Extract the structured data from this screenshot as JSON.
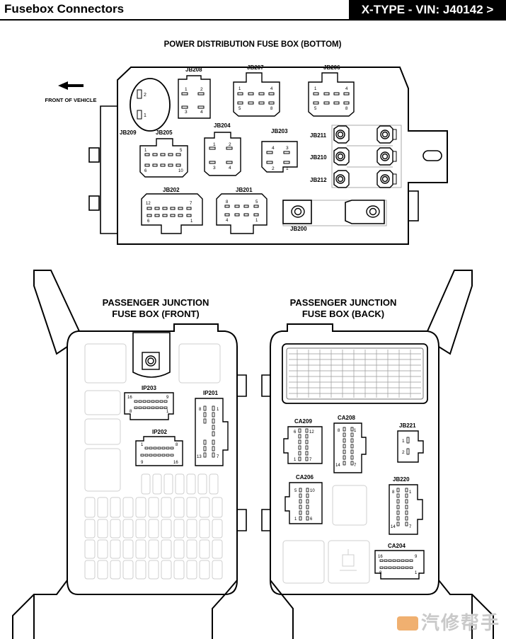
{
  "header": {
    "title": "Fusebox Connectors",
    "vin": "X-TYPE - VIN: J40142 >"
  },
  "pdfb": {
    "title": "POWER DISTRIBUTION FUSE BOX (BOTTOM)",
    "front_label": "FRONT OF VEHICLE",
    "jb209": {
      "label": "JB209",
      "p1": "1",
      "p2": "2"
    },
    "jb208": {
      "label": "JB208",
      "p1": "1",
      "p2": "2",
      "p3": "3",
      "p4": "4"
    },
    "jb207": {
      "label": "JB207",
      "p1": "1",
      "p4": "4",
      "p5": "5",
      "p8": "8"
    },
    "jb206": {
      "label": "JB206",
      "p1": "1",
      "p4": "4",
      "p5": "5",
      "p8": "8"
    },
    "jb205": {
      "label": "JB205",
      "p1": "1",
      "p5": "5",
      "p6": "6",
      "p10": "10"
    },
    "jb204": {
      "label": "JB204",
      "p1": "1",
      "p2": "2",
      "p3": "3",
      "p4": "4"
    },
    "jb203": {
      "label": "JB203",
      "p1": "1",
      "p2": "2",
      "p3": "3",
      "p4": "4"
    },
    "jb211": {
      "label": "JB211"
    },
    "jb210": {
      "label": "JB210"
    },
    "jb212": {
      "label": "JB212"
    },
    "jb202": {
      "label": "JB202",
      "p12": "12",
      "p7": "7",
      "p6": "6",
      "p1": "1"
    },
    "jb201": {
      "label": "JB201",
      "p8": "8",
      "p5": "5",
      "p4": "4",
      "p1": "1"
    },
    "jb200": {
      "label": "JB200"
    }
  },
  "front": {
    "title1": "PASSENGER JUNCTION",
    "title2": "FUSE BOX (FRONT)",
    "ip203": {
      "label": "IP203",
      "p16": "16",
      "p9": "9",
      "p8": "8",
      "p1": "1"
    },
    "ip202": {
      "label": "IP202",
      "p1": "1",
      "p8": "8",
      "p9": "9",
      "p16": "16"
    },
    "ip201": {
      "label": "IP201",
      "p8": "8",
      "p1": "1",
      "p13": "13",
      "p7": "7"
    }
  },
  "back": {
    "title1": "PASSENGER JUNCTION",
    "title2": "FUSE BOX (BACK)",
    "ca209": {
      "label": "CA209",
      "p6": "6",
      "p12": "12",
      "p1": "1",
      "p7": "7"
    },
    "ca208": {
      "label": "CA208",
      "p8": "8",
      "p1": "1",
      "p14": "14",
      "p7": "7"
    },
    "jb221": {
      "label": "JB221",
      "p1": "1",
      "p2": "2"
    },
    "ca206": {
      "label": "CA206",
      "p5": "5",
      "p10": "10",
      "p1": "1",
      "p6": "6"
    },
    "jb220": {
      "label": "JB220",
      "p8": "8",
      "p1": "1",
      "p14": "14",
      "p7": "7"
    },
    "ca204": {
      "label": "CA204",
      "p16": "16",
      "p9": "9",
      "p8": "8",
      "p1": "1"
    }
  },
  "watermark": {
    "text": "汽修帮手"
  }
}
